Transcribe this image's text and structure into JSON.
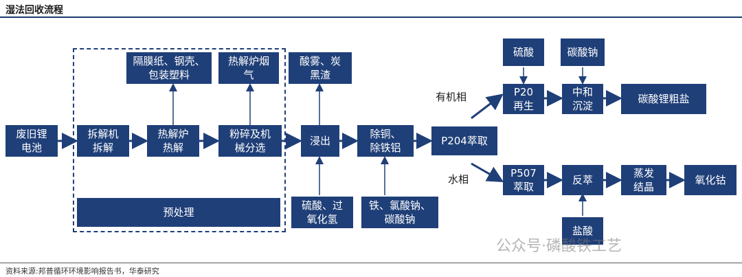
{
  "title": "湿法回收流程",
  "source": "资料来源:邦普循环环境影响报告书，华泰研究",
  "watermark": "公众号·磷酸铁工艺",
  "boxes": {
    "waste_battery": "废旧锂\n电池",
    "dismantle": "拆解机\n拆解",
    "pyrolysis": "热解炉\n热解",
    "crush": "粉碎及机\n械分选",
    "separator": "隔膜纸、钢壳、\n包装塑料",
    "flue_gas": "热解炉烟\n气",
    "pretreatment": "预处理",
    "leaching": "浸出",
    "acid_mist": "酸雾、炭\n黑渣",
    "sulfuric_h2o2": "硫酸、过\n氧化氢",
    "remove_cu_al": "除铜、\n除铁铝",
    "fe_naclo": "铁、氯酸钠、\n碳酸钠",
    "p204": "P204萃取",
    "p20_regen": "P20\n再生",
    "sulfuric_acid": "硫酸",
    "sodium_carbonate": "碳酸钠",
    "neutral_ppt": "中和\n沉淀",
    "li_carbonate": "碳酸锂粗盐",
    "p507": "P507\n萃取",
    "back_extract": "反萃",
    "hydrochloric": "盐酸",
    "evap_cryst": "蒸发\n结晶",
    "cobalt_oxide": "氧化钴"
  },
  "labels": {
    "organic_phase": "有机相",
    "aqueous_phase": "水相"
  }
}
